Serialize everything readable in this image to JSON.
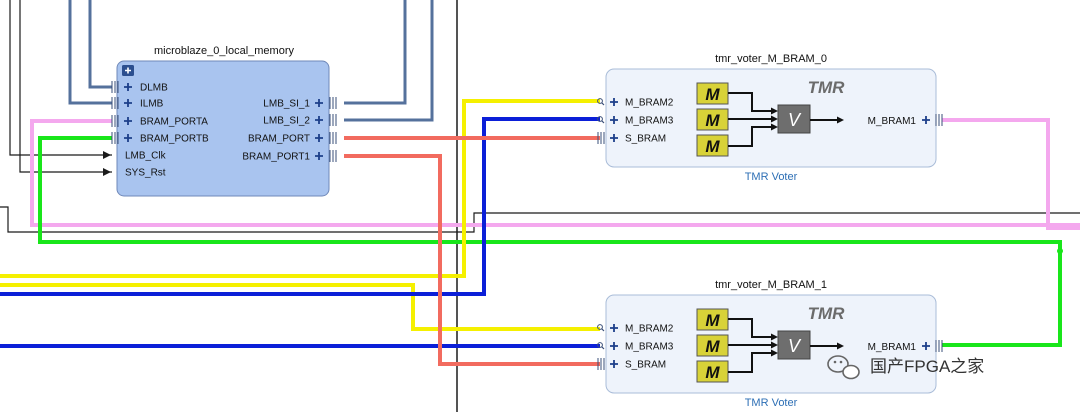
{
  "local_memory": {
    "title": "microblaze_0_local_memory",
    "ports_left": [
      "DLMB",
      "ILMB",
      "BRAM_PORTA",
      "BRAM_PORTB",
      "LMB_Clk",
      "SYS_Rst"
    ],
    "ports_right": [
      "LMB_SI_1",
      "LMB_SI_2",
      "BRAM_PORT",
      "BRAM_PORT1"
    ]
  },
  "voters": [
    {
      "title": "tmr_voter_M_BRAM_0",
      "subtitle": "TMR Voter",
      "logo": "TMR",
      "ports_left": [
        "M_BRAM2",
        "M_BRAM3",
        "S_BRAM"
      ],
      "port_right": "M_BRAM1",
      "m_label": "M",
      "v_label": "V"
    },
    {
      "title": "tmr_voter_M_BRAM_1",
      "subtitle": "TMR Voter",
      "logo": "TMR",
      "ports_left": [
        "M_BRAM2",
        "M_BRAM3",
        "S_BRAM"
      ],
      "port_right": "M_BRAM1",
      "m_label": "M",
      "v_label": "V"
    }
  ],
  "watermark": {
    "text": "国产FPGA之家",
    "icon": "wechat-icon"
  },
  "colors": {
    "block_fill": "#a9c4ef",
    "block_stroke": "#6f88b8",
    "voter_fill": "#eef3fb",
    "voter_stroke": "#a9bcd8",
    "m_fill": "#d8d238",
    "v_fill": "#6e6e6e",
    "wire_slate": "#55719c",
    "wire_black": "#1b1b1b",
    "wire_yellow": "#f5f000",
    "wire_blue": "#0b1fd8",
    "wire_red": "#f26b5f",
    "wire_pink": "#f4a8ee",
    "wire_green": "#19e61a"
  }
}
